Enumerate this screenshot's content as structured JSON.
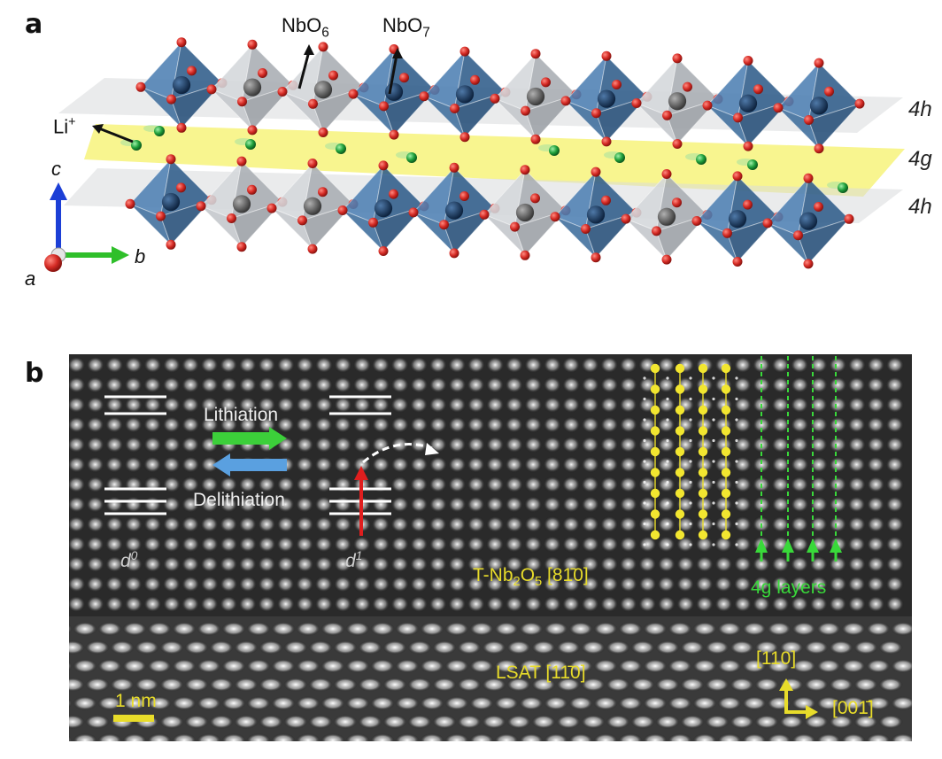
{
  "panel_a": {
    "label": "a",
    "nbo6": "NbO",
    "nbo6_sub": "6",
    "nbo7": "NbO",
    "nbo7_sub": "7",
    "li": "Li",
    "li_sup": "+",
    "layers": [
      "4h",
      "4g",
      "4h"
    ],
    "axes": {
      "c": "c",
      "b": "b",
      "a": "a"
    },
    "colors": {
      "nbo6": "#b8bcc2",
      "nbo7": "#3e6d9c",
      "oxygen": "#d42a24",
      "lithium": "#1e9e3a",
      "layer_4g": "#f5f26a",
      "layer_4h": "#d9dadd"
    }
  },
  "panel_b": {
    "label": "b",
    "lithiation": "Lithiation",
    "delithiation": "Delithiation",
    "d0": "d",
    "d0_sup": "0",
    "d1": "d",
    "d1_sup": "1",
    "tnb_pre": "T-Nb",
    "tnb_sub1": "2",
    "tnb_mid": "O",
    "tnb_sub2": "5",
    "tnb_dir": " [81̄0]",
    "layers_label": "4g layers",
    "lsat": "LSAT [11̄0]",
    "scale": "1 nm",
    "dir_110": "[110]",
    "dir_001": "[001̄]",
    "colors": {
      "lithiation_arrow": "#3ccf3a",
      "delithiation_arrow": "#5aa0e0",
      "electron_arrow": "#e01e1e",
      "annotation": "#e8dc2a",
      "layers": "#39d93a"
    }
  }
}
